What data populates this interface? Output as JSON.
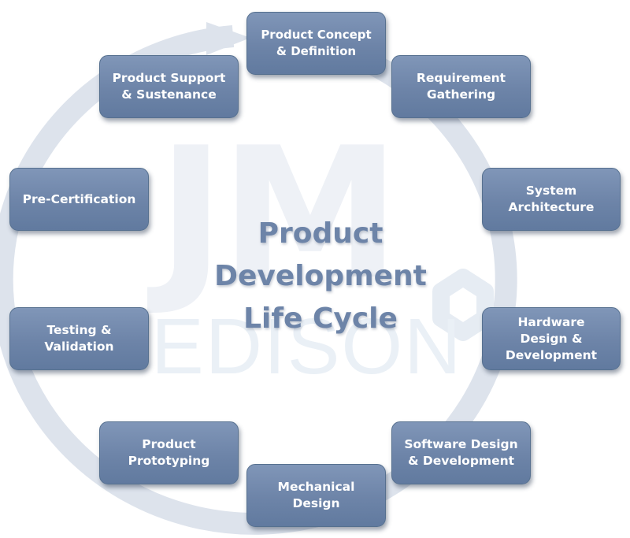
{
  "diagram": {
    "center_title": "Product\nDevelopment\nLife Cycle",
    "stages": [
      "Product Concept\n& Definition",
      "Requirement\nGathering",
      "System\nArchitecture",
      "Hardware\nDesign &\nDevelopment",
      "Software Design\n& Development",
      "Mechanical\nDesign",
      "Product\nPrototyping",
      "Testing &\nValidation",
      "Pre-Certification",
      "Product Support\n& Sustenance"
    ]
  },
  "watermark": {
    "logo_top": "JM",
    "logo_bottom": "EDISON"
  },
  "colors": {
    "box_fill": "#6d84a8",
    "box_border": "#56708f",
    "ring": "#dde3ec",
    "title_text": "#6d84a8",
    "box_text": "#ffffff"
  }
}
